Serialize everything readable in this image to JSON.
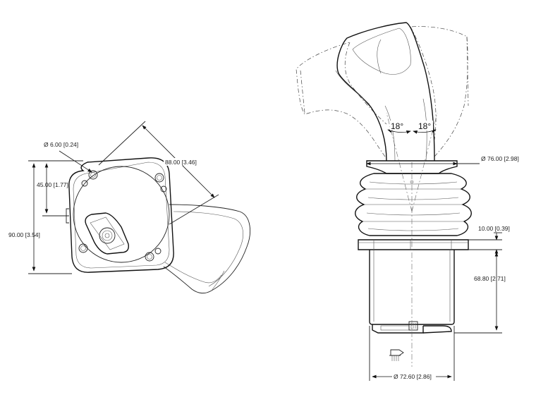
{
  "dimensions": {
    "hole_dia": "Ø 6.00 [0.24]",
    "half_height": "45.00 [1.77]",
    "full_height": "90.00 [3.54]",
    "diagonal": "88.00 [3.46]",
    "gaiter_dia": "Ø 76.00 [2.98]",
    "flange_thk": "10.00 [0.39]",
    "body_height": "68.80 [2.71]",
    "body_dia": "Ø 72.60 [2.86]"
  },
  "angles": {
    "left": "18°",
    "right": "18°"
  }
}
